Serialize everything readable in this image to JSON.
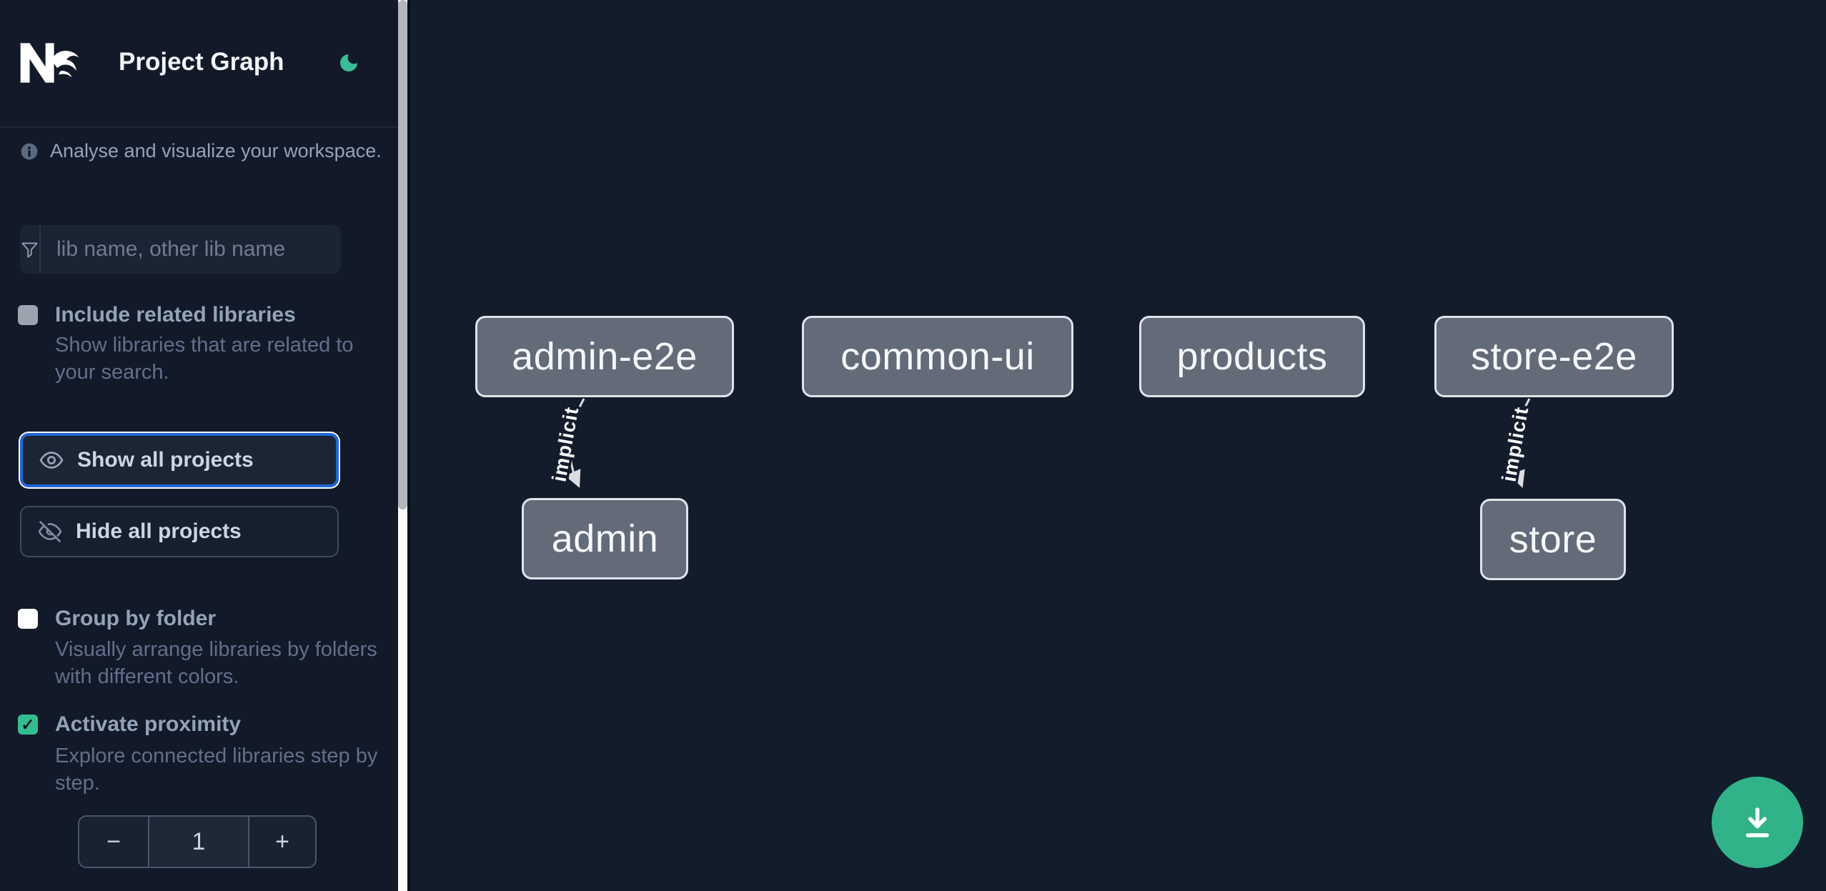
{
  "header": {
    "title": "Project Graph",
    "logo_name": "nx-logo",
    "theme_toggle_icon": "moon-icon"
  },
  "sidebar": {
    "tagline": "Analyse and visualize your workspace.",
    "tagline_icon": "info-icon",
    "search": {
      "placeholder": "lib name, other lib name",
      "value": "",
      "icon": "funnel-icon"
    },
    "options": [
      {
        "label": "Include related libraries",
        "description": "Show libraries that are related to your search.",
        "checked": false
      },
      {
        "label": "Group by folder",
        "description": "Visually arrange libraries by folders with different colors.",
        "checked": false
      },
      {
        "label": "Activate proximity",
        "description": "Explore connected libraries step by step.",
        "checked": true
      }
    ],
    "checkmark_glyph": "✓",
    "actions": {
      "show_all": "Show all projects",
      "show_all_icon": "eye-icon",
      "hide_all": "Hide all projects",
      "hide_all_icon": "eye-off-icon"
    },
    "stepper": {
      "decrement": "−",
      "value": "1",
      "increment": "+"
    }
  },
  "graph": {
    "nodes": [
      {
        "label": "admin-e2e"
      },
      {
        "label": "common-ui"
      },
      {
        "label": "products"
      },
      {
        "label": "store-e2e"
      },
      {
        "label": "admin"
      },
      {
        "label": "store"
      }
    ],
    "edges": [
      {
        "from": "admin-e2e",
        "to": "admin",
        "label": "implicit"
      },
      {
        "from": "store-e2e",
        "to": "store",
        "label": "implicit"
      }
    ]
  },
  "fab": {
    "icon": "download-icon"
  },
  "colors": {
    "accent_green": "#35bd90",
    "focus_blue": "#2166d6",
    "node_fill": "#636b79",
    "canvas_bg": "#131c2b",
    "sidebar_bg": "#121a29"
  }
}
